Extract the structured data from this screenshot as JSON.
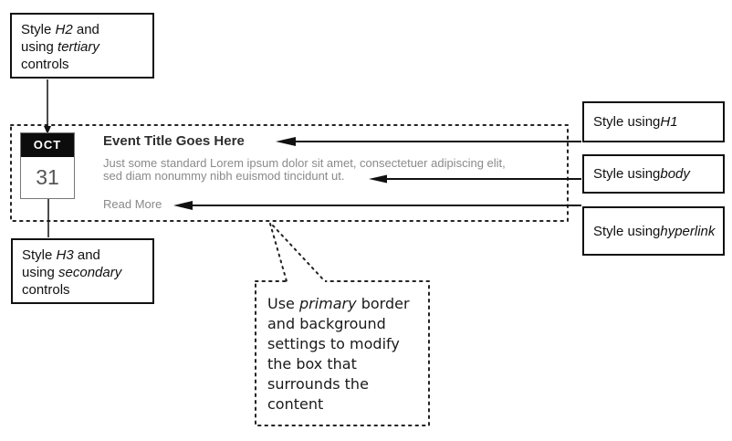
{
  "palette": {
    "line_ink": "#111111",
    "title_text": "#2e2e2e",
    "muted_text": "#8a8a8a",
    "calendar_header_bg": "#0c0c0c",
    "calendar_header_text": "#ffffff",
    "calendar_day_text": "#555555",
    "calendar_border": "#777777"
  },
  "annotations": {
    "h2_note": {
      "segments": [
        {
          "t": "Style "
        },
        {
          "t": "H2",
          "i": true
        },
        {
          "t": " and\nusing "
        },
        {
          "t": "tertiary",
          "i": true
        },
        {
          "t": "\ncontrols"
        }
      ]
    },
    "h3_note": {
      "segments": [
        {
          "t": "Style "
        },
        {
          "t": "H3",
          "i": true
        },
        {
          "t": " and\nusing "
        },
        {
          "t": "secondary",
          "i": true
        },
        {
          "t": "\ncontrols"
        }
      ]
    },
    "h1_note": {
      "segments": [
        {
          "t": "Style using "
        },
        {
          "t": "H1",
          "i": true
        }
      ]
    },
    "body_note": {
      "segments": [
        {
          "t": "Style using "
        },
        {
          "t": "body",
          "i": true
        }
      ]
    },
    "hyperlink_note": {
      "segments": [
        {
          "t": "Style using\n"
        },
        {
          "t": "hyperlink",
          "i": true
        }
      ]
    },
    "primary_note": {
      "segments": [
        {
          "t": "Use "
        },
        {
          "t": "primary",
          "i": true
        },
        {
          "t": " border\nand background\nsettings to modify\nthe box that\nsurrounds the\ncontent"
        }
      ]
    }
  },
  "event_card": {
    "calendar": {
      "month": "OCT",
      "day": "31"
    },
    "title": "Event Title Goes Here",
    "body": "Just some standard Lorem ipsum dolor sit amet, consectetuer adipiscing elit,\nsed diam nonummy nibh euismod tincidunt ut.",
    "read_more": "Read More"
  }
}
